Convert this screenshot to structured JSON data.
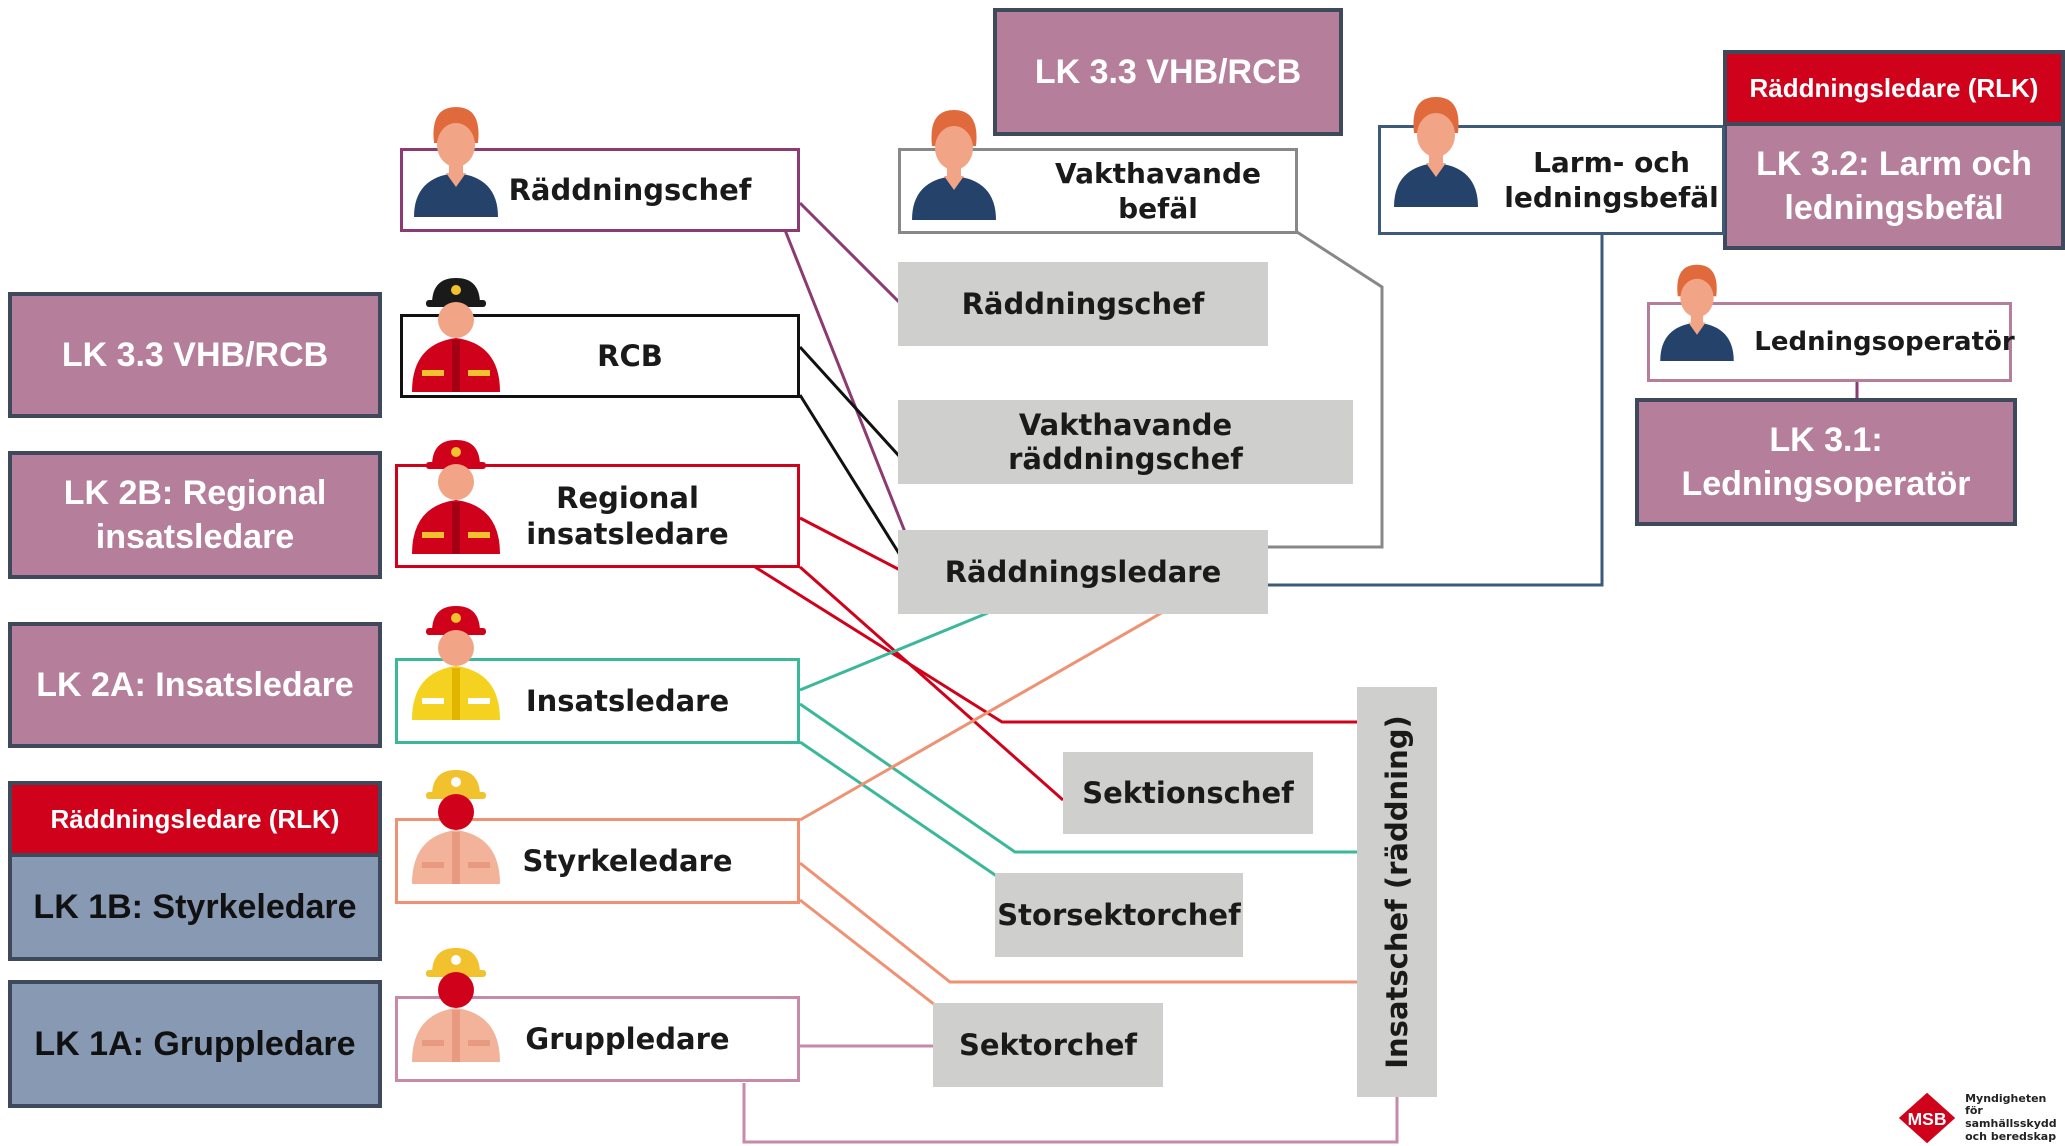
{
  "left_levels": [
    {
      "id": "lk33_left",
      "label": "LK 3.3 VHB/RCB"
    },
    {
      "id": "lk2b",
      "label": "LK 2B: Regional insatsledare"
    },
    {
      "id": "lk2a",
      "label": "LK 2A: Insatsledare"
    },
    {
      "id": "lk1b",
      "label": "LK 1B: Styrkeledare",
      "badge": "Räddningsledare (RLK)"
    },
    {
      "id": "lk1a",
      "label": "LK 1A: Gruppledare"
    }
  ],
  "top_levels": {
    "lk33_top": "LK 3.3 VHB/RCB",
    "lk32": "LK 3.2: Larm och ledningsbefäl",
    "lk32_badge": "Räddningsledare (RLK)",
    "lk31": "LK 3.1: Ledningsoperatör"
  },
  "role_boxes": {
    "raddningschef": "Räddningschef",
    "rcb": "RCB",
    "regional": "Regional insatsledare",
    "insatsledare": "Insatsledare",
    "styrkeledare": "Styrkeledare",
    "gruppledare": "Gruppledare",
    "vakthavande_befal": "Vakthavande befäl",
    "larm": "Larm- och ledningsbefäl",
    "ledningsoperator": "Ledningsoperatör"
  },
  "functions": {
    "raddningschef": "Räddningschef",
    "vakthavande_raddningschef": "Vakthavande räddningschef",
    "raddningsledare": "Räddningsledare",
    "sektionschef": "Sektionschef",
    "storsektorchef": "Storsektorchef",
    "sektorchef": "Sektorchef",
    "insatschef": "Insatschef (räddning)"
  },
  "logo": {
    "short": "MSB",
    "line1": "Myndigheten för",
    "line2": "samhällsskydd",
    "line3": "och beredskap"
  },
  "colors": {
    "lk_fill": "#b57f9c",
    "lk_blue_fill": "#8799b3",
    "lk_border": "#3e4a5c",
    "rlk_red": "#d0021b",
    "function_gray": "#cfcfcd",
    "raddningschef_line": "#8b3a72",
    "rcb_line": "#111111",
    "regional_line": "#d0021b",
    "insatsledare_line": "#3bb89a",
    "styrkeledare_line": "#ef9172",
    "gruppledare_line": "#c78aa8",
    "vhb_line": "#888888",
    "larm_line": "#3e5a7a"
  },
  "figures": {
    "navy_shirt": "staff-figure-icon",
    "black_helmet": "rcb-firefighter-icon",
    "red_helmet": "regional-firefighter-icon",
    "yellow_jacket": "insatsledare-firefighter-icon",
    "yellow_helmet": "styrkeledare-firefighter-icon"
  }
}
